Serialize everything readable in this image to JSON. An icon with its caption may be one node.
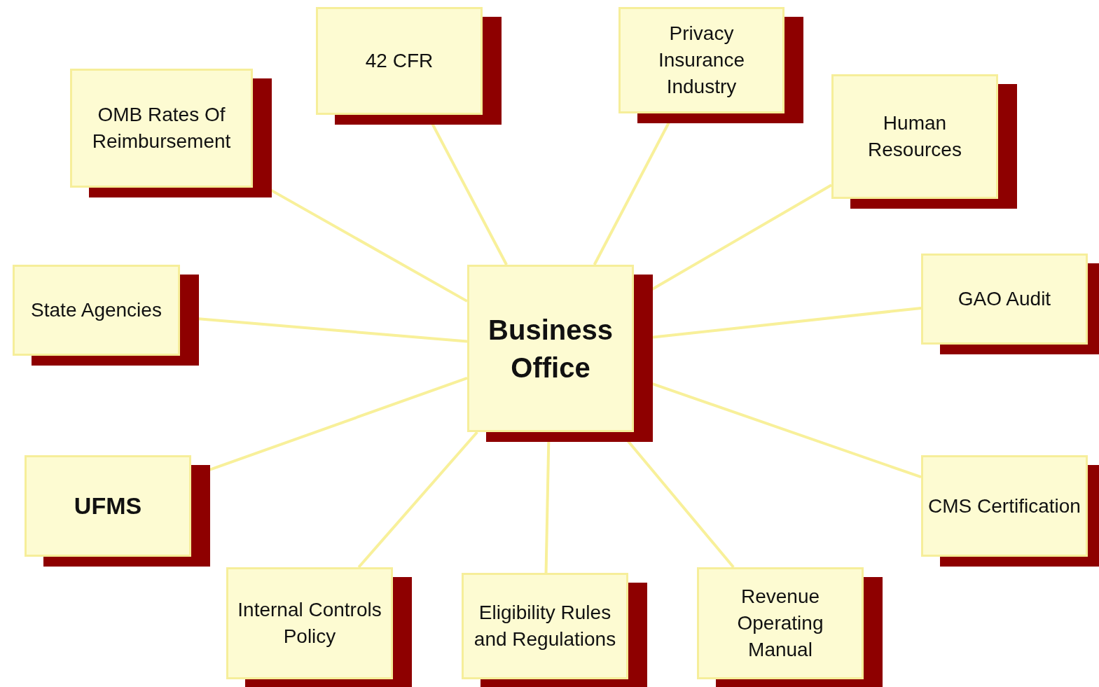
{
  "diagram": {
    "nodes": [
      {
        "text": [
          "Business Office"
        ]
      },
      {
        "text": [
          "OMB Rates Of Reimbursement"
        ]
      },
      {
        "text": [
          "42 CFR"
        ]
      },
      {
        "text": [
          "Privacy Insurance Industry"
        ]
      },
      {
        "text": [
          "Human Resources"
        ]
      },
      {
        "text": [
          "State Agencies"
        ]
      },
      {
        "text": [
          "GAO Audit"
        ]
      },
      {
        "text": [
          "UFMS"
        ]
      },
      {
        "text": [
          "CMS Certification"
        ]
      },
      {
        "text": [
          "Internal Controls Policy"
        ]
      },
      {
        "text": [
          "Eligibility Rules and Regulations"
        ]
      },
      {
        "text": [
          "Revenue Operating Manual"
        ]
      }
    ],
    "edges": [
      {
        "from": 1,
        "to": 0,
        "arrow": "none"
      },
      {
        "from": 2,
        "to": 0,
        "arrow": "none"
      },
      {
        "from": 3,
        "to": 0,
        "arrow": "none"
      },
      {
        "from": 4,
        "to": 0,
        "arrow": "none"
      },
      {
        "from": 5,
        "to": 0,
        "arrow": "none"
      },
      {
        "from": 6,
        "to": 0,
        "arrow": "none"
      },
      {
        "from": 7,
        "to": 0,
        "arrow": "none"
      },
      {
        "from": 8,
        "to": 0,
        "arrow": "none"
      },
      {
        "from": 9,
        "to": 0,
        "arrow": "none"
      },
      {
        "from": 10,
        "to": 0,
        "arrow": "none"
      },
      {
        "from": 11,
        "to": 0,
        "arrow": "none"
      }
    ]
  }
}
